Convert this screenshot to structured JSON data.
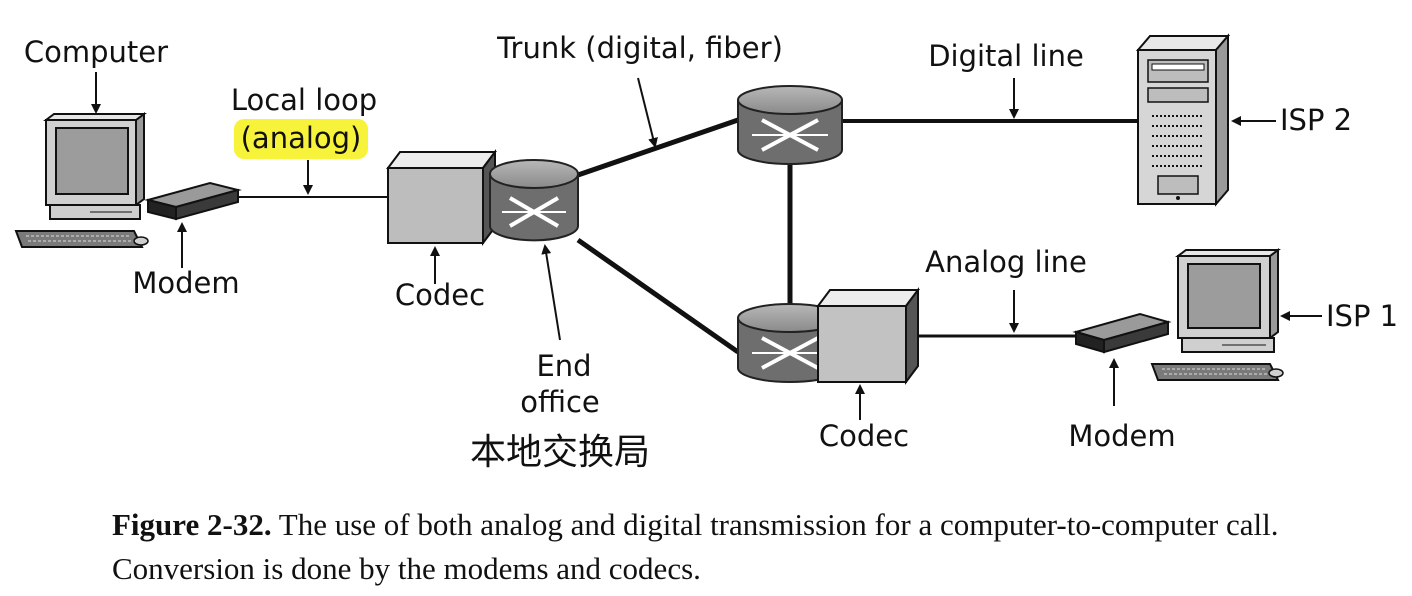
{
  "labels": {
    "computer": "Computer",
    "local_loop": "Local loop",
    "analog_paren": "(analog)",
    "modem_left": "Modem",
    "codec_left": "Codec",
    "trunk": "Trunk (digital, fiber)",
    "end": "End",
    "office": "office",
    "chinese": "本地交换局",
    "digital_line": "Digital line",
    "isp2": "ISP 2",
    "analog_line": "Analog line",
    "isp1": "ISP 1",
    "codec_right": "Codec",
    "modem_right": "Modem"
  },
  "caption": {
    "figure": "Figure 2-32.",
    "text": " The use of both analog and digital transmission for a computer-to-computer call. Conversion is done by the modems and codecs."
  },
  "colors": {
    "highlight": "#f7f23a",
    "router_gray": "#6e6e6e",
    "box_gray": "#bdbdbd"
  }
}
